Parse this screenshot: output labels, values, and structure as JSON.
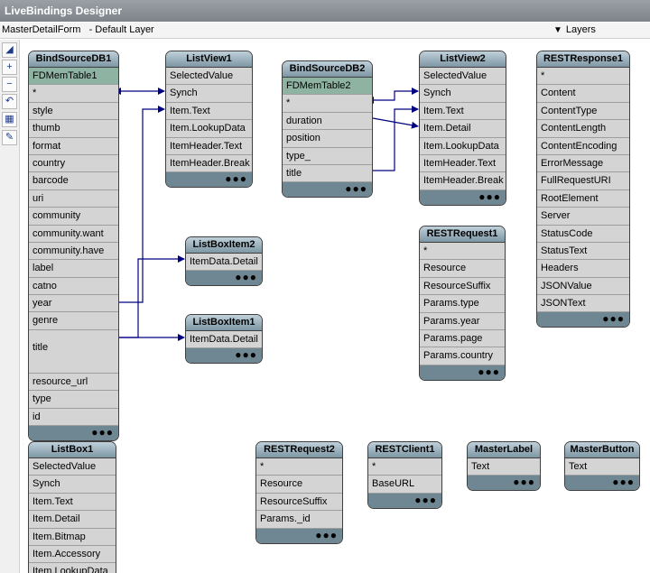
{
  "window": {
    "title": "LiveBindings Designer"
  },
  "infobar": {
    "path": "MasterDetailForm",
    "layer": "- Default Layer",
    "layers_label": "Layers"
  },
  "toolbar": [
    "zoom-icon",
    "zoom-in-icon",
    "zoom-out-icon",
    "undo-icon",
    "grid-icon",
    "wand-icon"
  ],
  "footer_glyph": "●●●",
  "boxes": {
    "bindsourcedb1": {
      "title": "BindSourceDB1",
      "rows": [
        "FDMemTable1",
        "*",
        "style",
        "thumb",
        "format",
        "country",
        "barcode",
        "uri",
        "community",
        "community.want",
        "community.have",
        "label",
        "catno",
        "year",
        "genre",
        "title",
        "resource_url",
        "type",
        "id"
      ]
    },
    "listview1": {
      "title": "ListView1",
      "rows": [
        "SelectedValue",
        "Synch",
        "Item.Text",
        "Item.LookupData",
        "ItemHeader.Text",
        "ItemHeader.Break"
      ]
    },
    "bindsourcedb2": {
      "title": "BindSourceDB2",
      "rows": [
        "FDMemTable2",
        "*",
        "duration",
        "position",
        "type_",
        "title"
      ]
    },
    "listview2": {
      "title": "ListView2",
      "rows": [
        "SelectedValue",
        "Synch",
        "Item.Text",
        "Item.Detail",
        "Item.LookupData",
        "ItemHeader.Text",
        "ItemHeader.Break"
      ]
    },
    "restresponse1": {
      "title": "RESTResponse1",
      "rows": [
        "*",
        "Content",
        "ContentType",
        "ContentLength",
        "ContentEncoding",
        "ErrorMessage",
        "FullRequestURI",
        "RootElement",
        "Server",
        "StatusCode",
        "StatusText",
        "Headers",
        "JSONValue",
        "JSONText"
      ]
    },
    "listboxitem2": {
      "title": "ListBoxItem2",
      "rows": [
        "ItemData.Detail"
      ]
    },
    "listboxitem1": {
      "title": "ListBoxItem1",
      "rows": [
        "ItemData.Detail"
      ]
    },
    "restrequest1": {
      "title": "RESTRequest1",
      "rows": [
        "*",
        "Resource",
        "ResourceSuffix",
        "Params.type",
        "Params.year",
        "Params.page",
        "Params.country"
      ]
    },
    "listbox1": {
      "title": "ListBox1",
      "rows": [
        "SelectedValue",
        "Synch",
        "Item.Text",
        "Item.Detail",
        "Item.Bitmap",
        "Item.Accessory",
        "Item.LookupData"
      ]
    },
    "restrequest2": {
      "title": "RESTRequest2",
      "rows": [
        "*",
        "Resource",
        "ResourceSuffix",
        "Params._id"
      ]
    },
    "restclient1": {
      "title": "RESTClient1",
      "rows": [
        "*",
        "BaseURL"
      ]
    },
    "masterlabel": {
      "title": "MasterLabel",
      "rows": [
        "Text"
      ]
    },
    "masterbutton": {
      "title": "MasterButton",
      "rows": [
        "Text"
      ]
    }
  }
}
